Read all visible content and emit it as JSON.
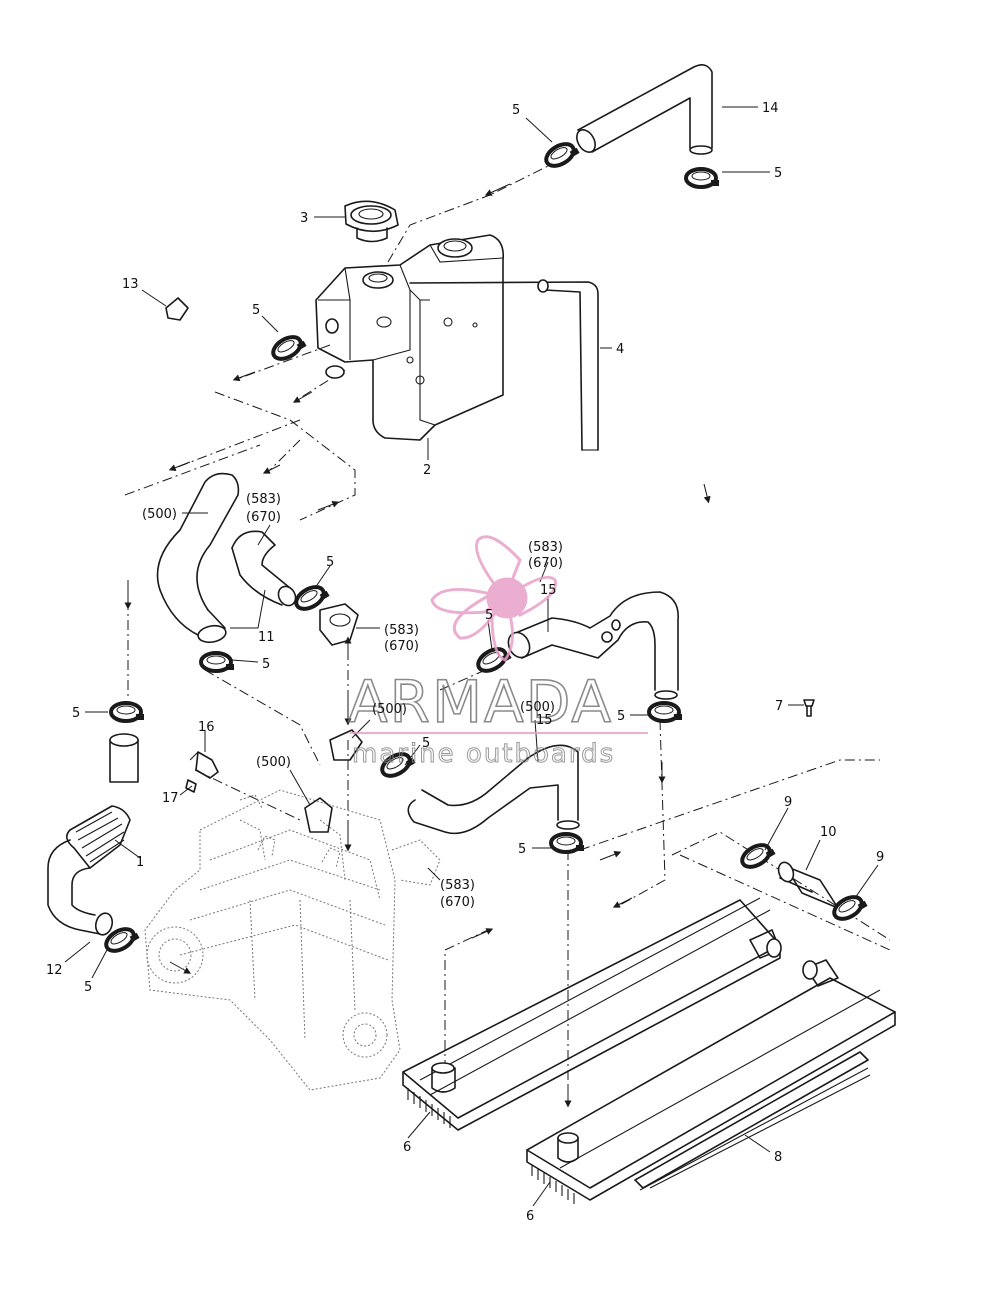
{
  "labels": {
    "p1": "1",
    "p2": "2",
    "p3": "3",
    "p4": "4",
    "p5a": "5",
    "p5b": "5",
    "p5c": "5",
    "p5d": "5",
    "p5e": "5",
    "p5f": "5",
    "p5g": "5",
    "p5h": "5",
    "p5i": "5",
    "p5j": "5",
    "p5k": "5",
    "p6a": "6",
    "p6b": "6",
    "p7": "7",
    "p8": "8",
    "p9a": "9",
    "p9b": "9",
    "p10": "10",
    "p11": "11",
    "p12": "12",
    "p13": "13",
    "p14": "14",
    "p15a": "15",
    "p15b": "15",
    "p16": "16",
    "p17": "17",
    "r500a": "(500)",
    "r500b": "(500)",
    "r500c": "(500)",
    "r500d": "(500)",
    "r583a": "(583)",
    "r670a": "(670)",
    "r583b": "(583)",
    "r670b": "(670)",
    "r583c": "(583)",
    "r670c": "(670)",
    "r583d": "(583)",
    "r670d": "(670)"
  },
  "watermark": {
    "brand": "ARMADA",
    "tagline": "marine outboards",
    "accent_color": "#e8a0c8"
  }
}
